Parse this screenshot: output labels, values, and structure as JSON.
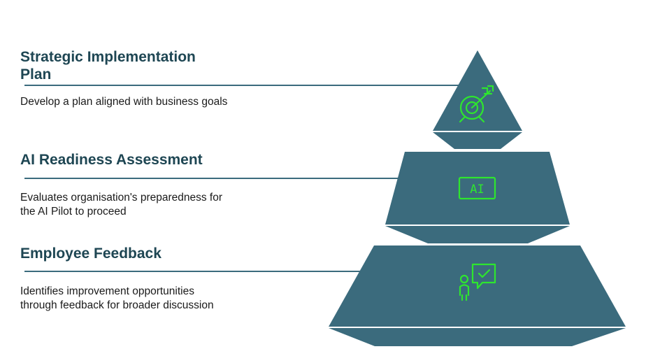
{
  "colors": {
    "pyramid_fill": "#3b6b7d",
    "pyramid_shadow": "#30606f",
    "icon_accent": "#2ee62e",
    "title_text": "#1e4653",
    "connector_line": "#3b6b7d"
  },
  "tiers": [
    {
      "title": "Strategic Implementation Plan",
      "description": "Develop a plan aligned with business goals",
      "icon": "target-arrow-icon"
    },
    {
      "title": "AI Readiness Assessment",
      "description": "Evaluates organisation's preparedness for the AI Pilot to proceed",
      "icon": "ai-chip-icon",
      "icon_text": "AI"
    },
    {
      "title": "Employee Feedback",
      "description": "Identifies improvement opportunities through feedback for broader discussion",
      "icon": "person-chat-check-icon"
    }
  ]
}
